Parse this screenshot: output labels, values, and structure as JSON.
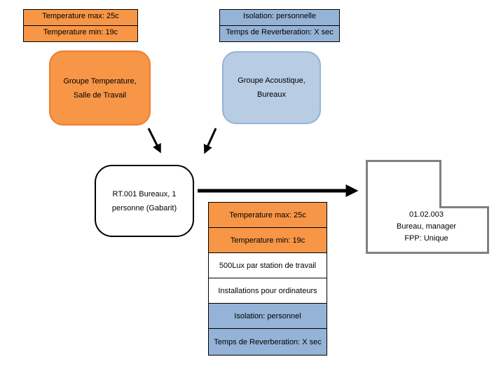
{
  "colors": {
    "orange": "#f79646",
    "orange_border": "#ed7d31",
    "blue": "#95b3d7",
    "blue_light": "#b8cce4",
    "gray_border": "#808080"
  },
  "temperature_constraints_table": {
    "rows": [
      "Temperature max: 25c",
      "Temperature min: 19c"
    ]
  },
  "acoustic_constraints_table": {
    "rows": [
      "Isolation: personnelle",
      "Temps de Reverberation: X sec"
    ]
  },
  "groupe_temperature_node": {
    "line1": "Groupe Temperature,",
    "line2": "Salle de Travail"
  },
  "groupe_acoustique_node": {
    "line1": "Groupe Acoustique,",
    "line2": "Bureaux"
  },
  "gabarit_node": {
    "line1": "RT.001 Bureaux, 1",
    "line2": "personne (Gabarit)"
  },
  "requirements_table": {
    "rows": [
      "Temperature max: 25c",
      "Temperature min: 19c",
      "500Lux par station de travail",
      "Installations pour ordinateurs",
      "Isolation: personnel",
      "Temps de Reverberation: X sec"
    ]
  },
  "room_node": {
    "line1": "01.02.003",
    "line2": "Bureau, manager",
    "line3": "FPP: Unique"
  }
}
